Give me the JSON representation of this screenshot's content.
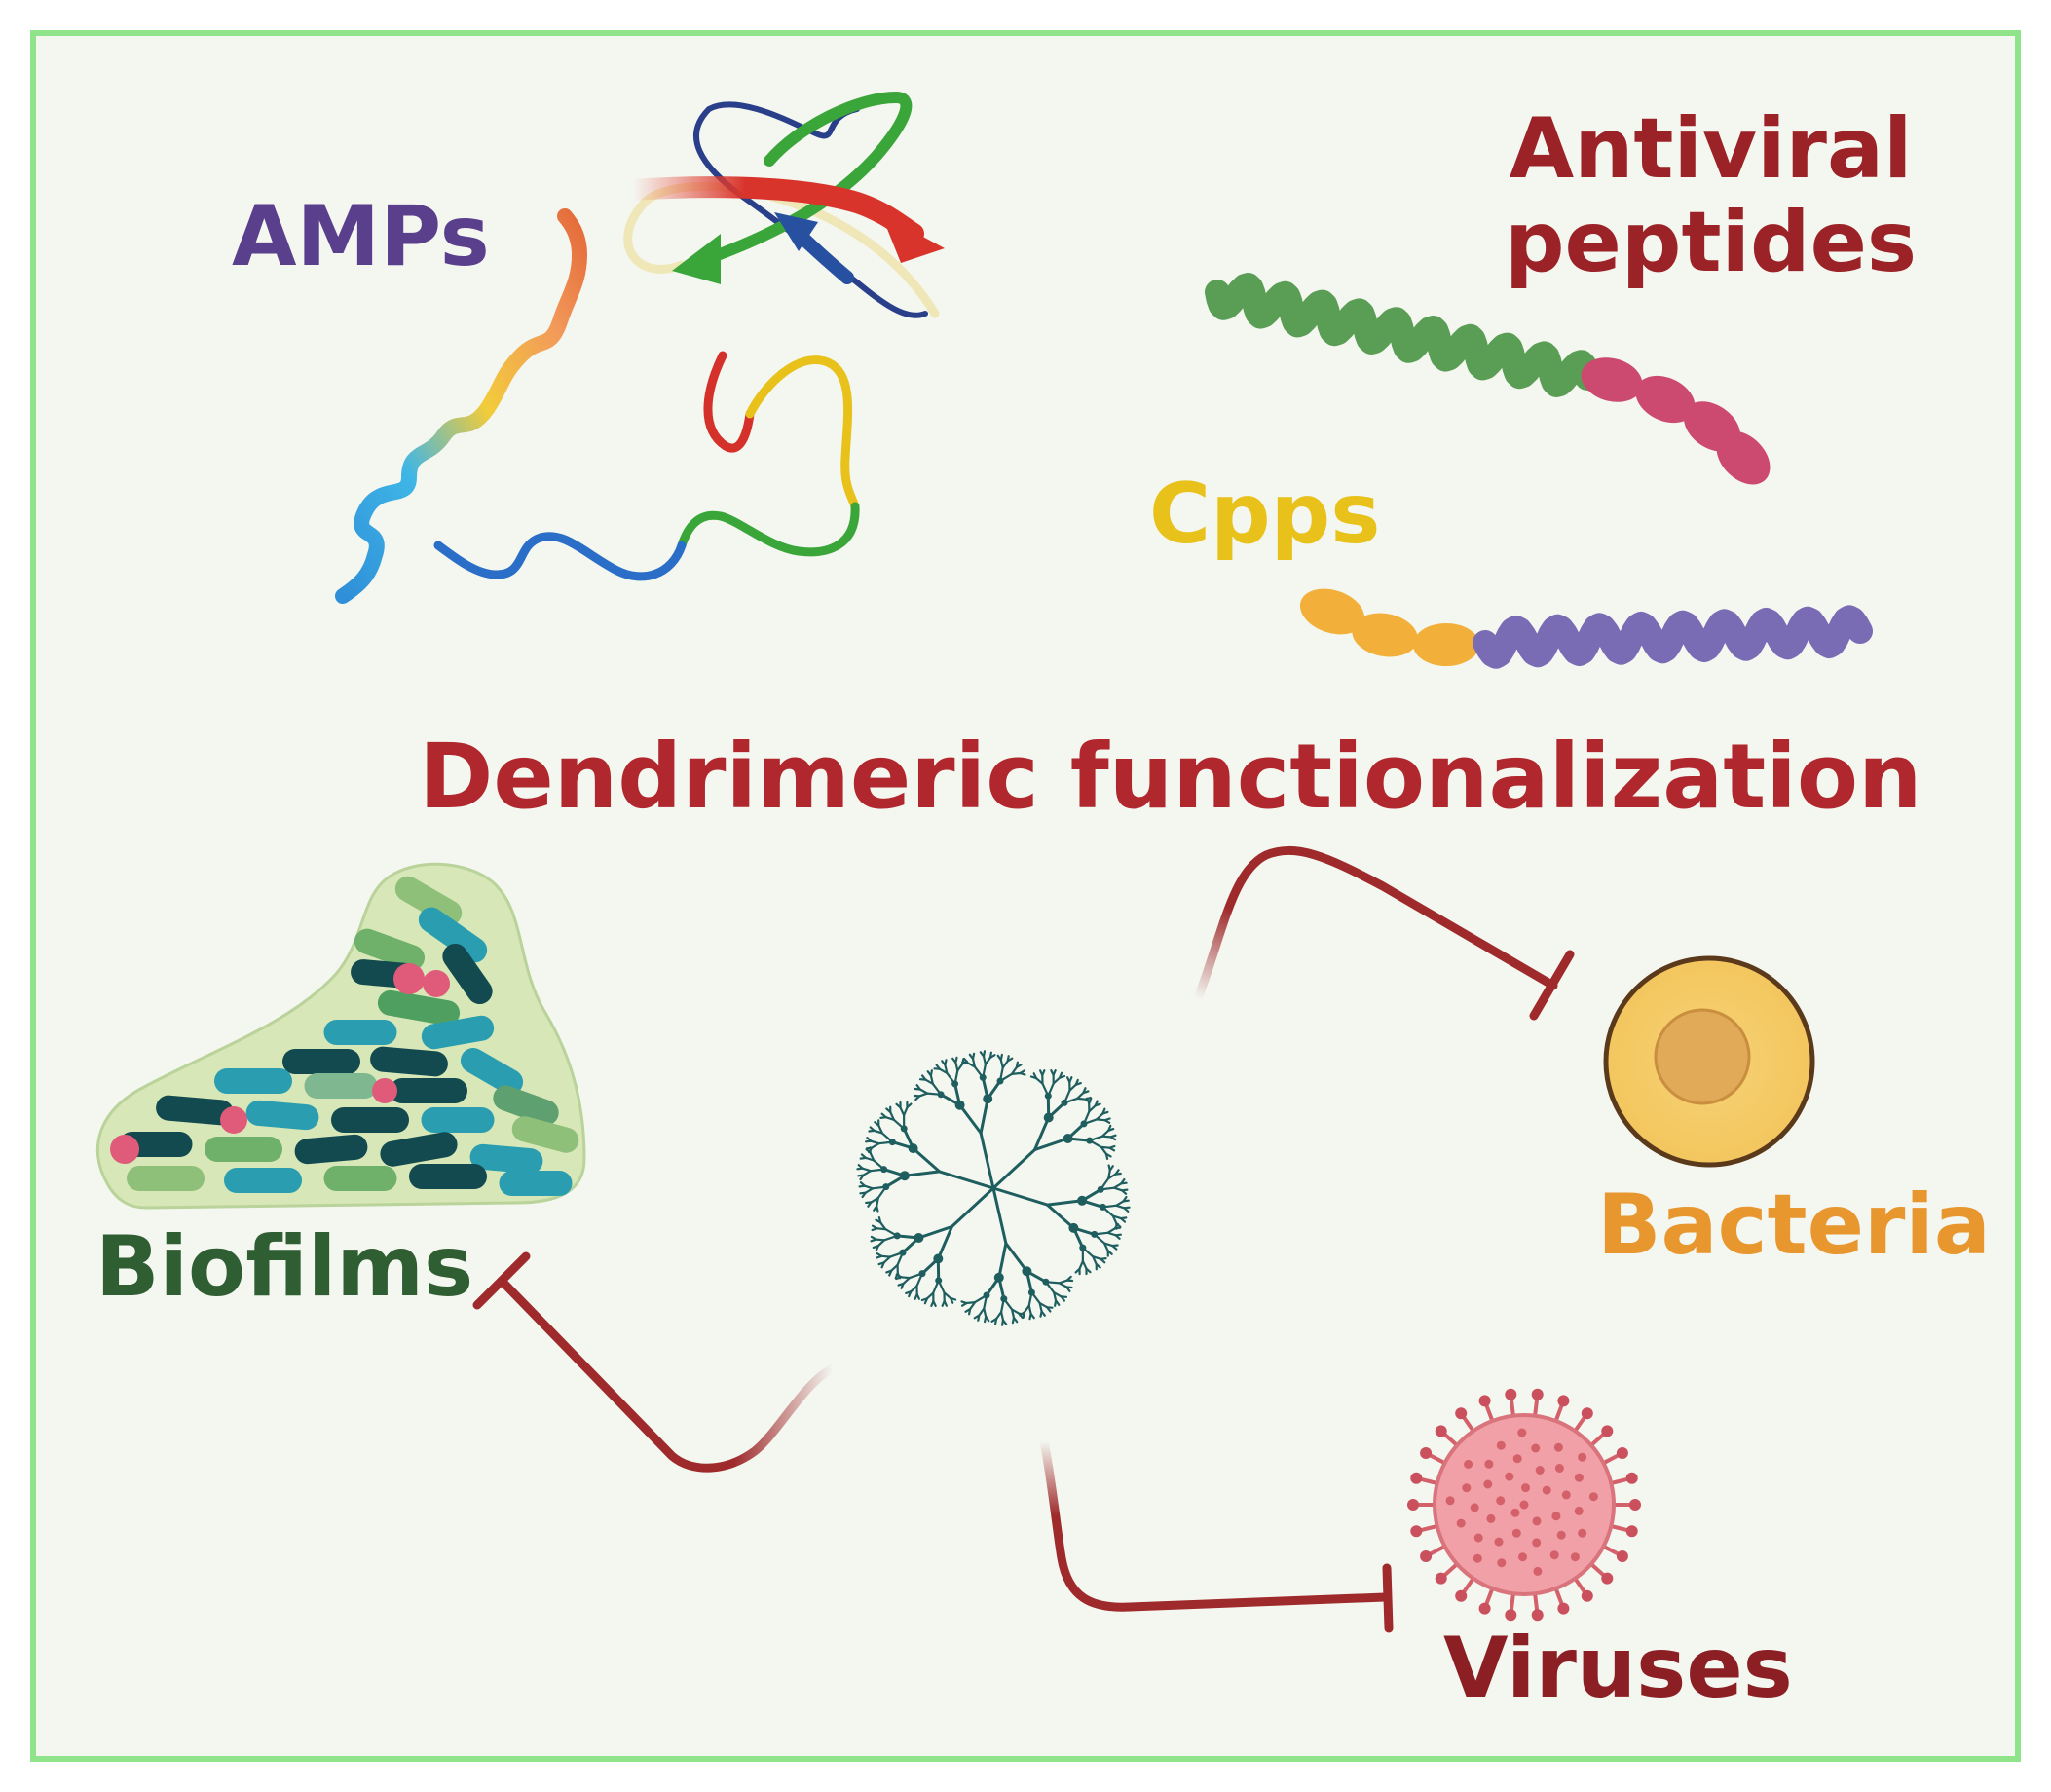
{
  "labels": {
    "amps": "AMPs",
    "antiviral_line1": "Antiviral",
    "antiviral_line2": "peptides",
    "cpps": "Cpps",
    "dendrimeric": "Dendrimeric functionalization",
    "biofilms": "Biofilms",
    "bacteria": "Bacteria",
    "viruses": "Viruses"
  },
  "colors": {
    "background": "#f4f6f0",
    "frame": "#8fe38a",
    "amps": "#5a3f8c",
    "antiviral": "#9b2226",
    "cpps": "#e8c21a",
    "dendrimeric": "#b0272d",
    "biofilms": "#2f5e32",
    "bacteria": "#e8962e",
    "viruses": "#8b1f24",
    "inhibit_line": "#9e2a2b",
    "dendrimer": "#1f5e5e"
  },
  "icons": {
    "peptide_structures": "peptide-ribbon-icon",
    "antiviral_peptide": "helix-peptide-icon",
    "cpp_peptide": "helix-peptide-icon",
    "dendrimer": "dendrimer-icon",
    "biofilm": "biofilm-icon",
    "bacterium": "bacterium-cell-icon",
    "virus": "virus-icon"
  }
}
